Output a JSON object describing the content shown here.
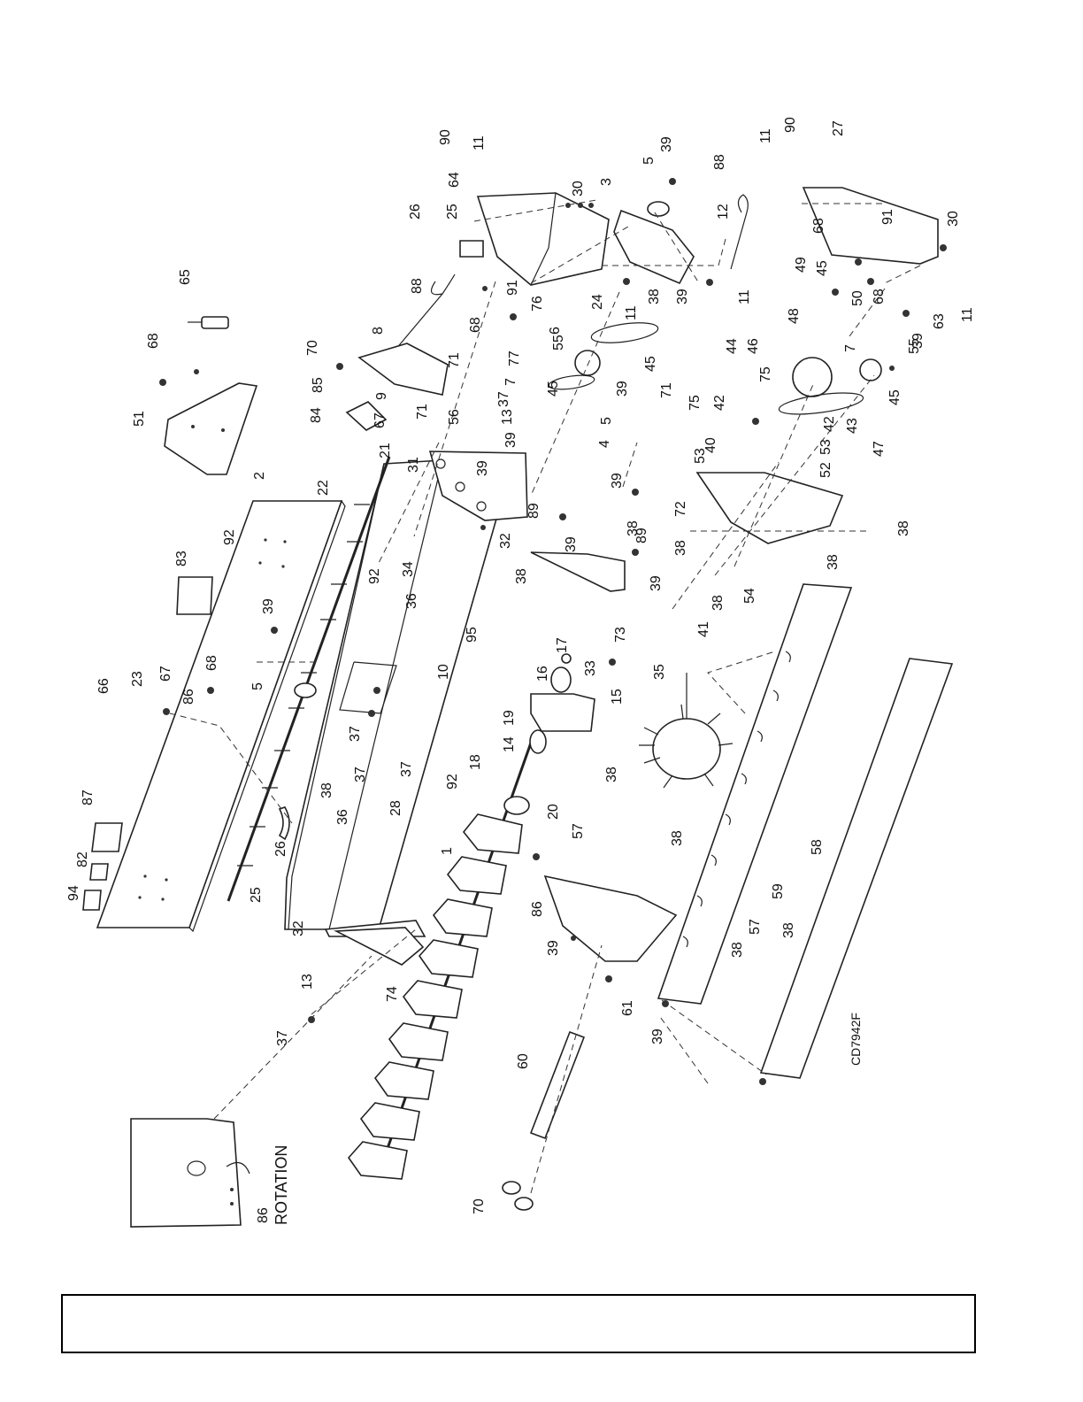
{
  "diagram": {
    "drawing_code": "CD7942F",
    "rotation_label": "ROTATION",
    "callouts": {
      "c1": "1",
      "c2": "2",
      "c3": "3",
      "c4": "4",
      "c5a": "5",
      "c5b": "5",
      "c5c": "5",
      "c6": "6",
      "c7a": "7",
      "c7b": "7",
      "c8": "8",
      "c9": "9",
      "c10": "10",
      "c11a": "11",
      "c11b": "11",
      "c11c": "11",
      "c11d": "11",
      "c11e": "11",
      "c12": "12",
      "c13a": "13",
      "c13b": "13",
      "c14": "14",
      "c15": "15",
      "c16": "16",
      "c17": "17",
      "c18": "18",
      "c19": "19",
      "c20": "20",
      "c21": "21",
      "c22": "22",
      "c23": "23",
      "c24": "24",
      "c25a": "25",
      "c25b": "25",
      "c26a": "26",
      "c26b": "26",
      "c27": "27",
      "c28": "28",
      "c30a": "30",
      "c30b": "30",
      "c31": "31",
      "c32a": "32",
      "c32b": "32",
      "c33": "33",
      "c34": "34",
      "c35": "35",
      "c36a": "36",
      "c36b": "36",
      "c37a": "37",
      "c37b": "37",
      "c37c": "37",
      "c37d": "37",
      "c37e": "37",
      "c38a": "38",
      "c38b": "38",
      "c38c": "38",
      "c38d": "38",
      "c38e": "38",
      "c38f": "38",
      "c38g": "38",
      "c38h": "38",
      "c38i": "38",
      "c38j": "38",
      "c38k": "38",
      "c38l": "38",
      "c39a": "39",
      "c39b": "39",
      "c39c": "39",
      "c39d": "39",
      "c39e": "39",
      "c39f": "39",
      "c39g": "39",
      "c39h": "39",
      "c39i": "39",
      "c39j": "39",
      "c39k": "39",
      "c39l": "39",
      "c40": "40",
      "c41": "41",
      "c42a": "42",
      "c42b": "42",
      "c43": "43",
      "c44": "44",
      "c45a": "45",
      "c45b": "45",
      "c45c": "45",
      "c45d": "45",
      "c46": "46",
      "c47": "47",
      "c48": "48",
      "c49": "49",
      "c50": "50",
      "c51": "51",
      "c52": "52",
      "c53a": "53",
      "c53b": "53",
      "c54": "54",
      "c55a": "55",
      "c55b": "55",
      "c56": "56",
      "c57a": "57",
      "c57b": "57",
      "c58": "58",
      "c59": "59",
      "c60": "60",
      "c61": "61",
      "c63": "63",
      "c64": "64",
      "c65": "65",
      "c66": "66",
      "c67a": "67",
      "c67b": "67",
      "c68a": "68",
      "c68b": "68",
      "c68c": "68",
      "c68d": "68",
      "c68e": "68",
      "c70a": "70",
      "c70b": "70",
      "c71a": "71",
      "c71b": "71",
      "c71c": "71",
      "c72": "72",
      "c73": "73",
      "c74": "74",
      "c75a": "75",
      "c75b": "75",
      "c76": "76",
      "c77": "77",
      "c82": "82",
      "c83": "83",
      "c84": "84",
      "c85": "85",
      "c86a": "86",
      "c86b": "86",
      "c86c": "86",
      "c87": "87",
      "c88a": "88",
      "c88b": "88",
      "c89a": "89",
      "c89b": "89",
      "c90a": "90",
      "c90b": "90",
      "c91a": "91",
      "c91b": "91",
      "c92a": "92",
      "c92b": "92",
      "c92c": "92",
      "c94": "94",
      "c95": "95"
    }
  },
  "footer": {
    "text": ""
  }
}
